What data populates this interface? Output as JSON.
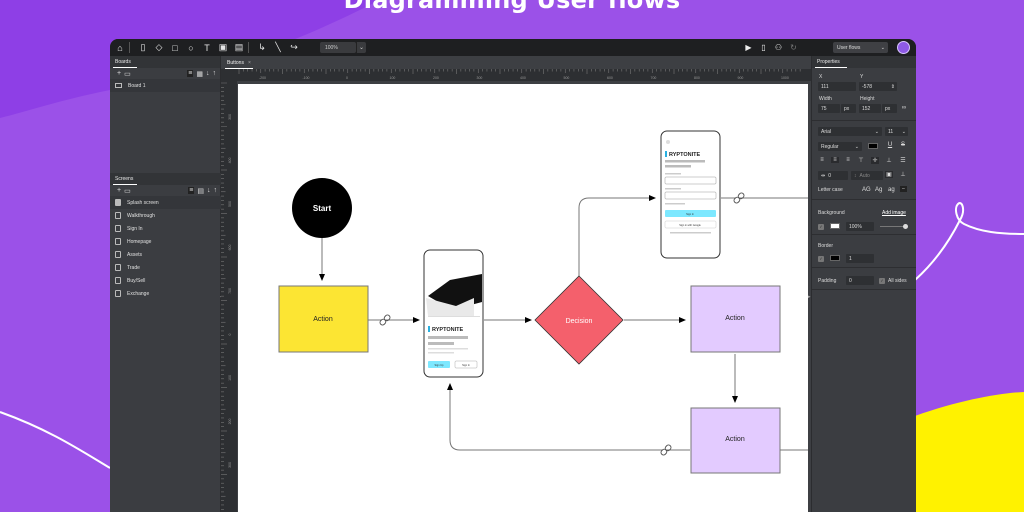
{
  "headline": "Diagramming User flows",
  "colors": {
    "background_purple": "#9b51e8",
    "blob_dark_purple": "#8e3fe6",
    "blob_yellow": "#fff200",
    "node_start": "#000000",
    "node_action_yellow": "#fce533",
    "node_decision": "#f4606c",
    "node_action_lilac": "#e3cbff",
    "signin_button": "#7de8ff"
  },
  "toolbar": {
    "home": "home-icon",
    "tools": [
      "page-icon",
      "diamond-icon",
      "rectangle-icon",
      "circle-icon",
      "text-icon",
      "image-icon",
      "picture-icon",
      "elbow-connector-icon",
      "straight-connector-icon",
      "curved-connector-icon"
    ],
    "zoom": "100%",
    "actions": [
      "play-icon",
      "mobile-preview-icon",
      "add-user-icon",
      "history-icon"
    ],
    "flow_select": "User flows"
  },
  "left_panel": {
    "boards_tab": "Boards",
    "boards": [
      "Board 1"
    ],
    "screens_tab": "Screens",
    "screens": [
      "Splash screen",
      "Walkthrough",
      "Sign In",
      "Homepage",
      "Assets",
      "Trade",
      "Buy/Sell",
      "Exchange"
    ]
  },
  "canvas": {
    "tab_label": "Buttons",
    "tab_close": "×",
    "ruler_h_labels": [
      "-200",
      "-100",
      "0",
      "100",
      "200",
      "300",
      "400",
      "500",
      "600",
      "700",
      "800",
      "900",
      "1000"
    ],
    "ruler_v_labels": [
      "300",
      "400",
      "500",
      "600",
      "700",
      "0",
      "100",
      "200",
      "300"
    ]
  },
  "diagram": {
    "start_label": "Start",
    "action1_label": "Action",
    "decision_label": "Decision",
    "action2_label": "Action",
    "action3_label": "Action",
    "screen1": {
      "brand": "RYPTONITE",
      "btn_primary": "Sign Up",
      "btn_secondary": "Sign In"
    },
    "screen2": {
      "brand": "RYPTONITE",
      "btn_primary": "Sign In",
      "btn_google": "Sign in with Google"
    }
  },
  "properties": {
    "tab": "Properties",
    "x_label": "X",
    "x_value": "111",
    "y_label": "Y",
    "y_value": "-578",
    "width_label": "Width",
    "width_value": "75",
    "width_unit": "px",
    "height_label": "Height",
    "height_value": "152",
    "height_unit": "px",
    "font": "Arial",
    "font_size": "11",
    "font_weight": "Regular",
    "spacing_value": "0",
    "line_height": "Auto",
    "letter_case_label": "Letter case",
    "letter_case_options": [
      "AG",
      "Ag",
      "ag",
      "–"
    ],
    "background_label": "Background",
    "add_image": "Add image",
    "background_opacity": "100%",
    "background_opacity_fraction": 1.0,
    "border_label": "Border",
    "border_value": "1",
    "padding_label": "Padding",
    "padding_value": "0",
    "all_sides_label": "All sides"
  }
}
